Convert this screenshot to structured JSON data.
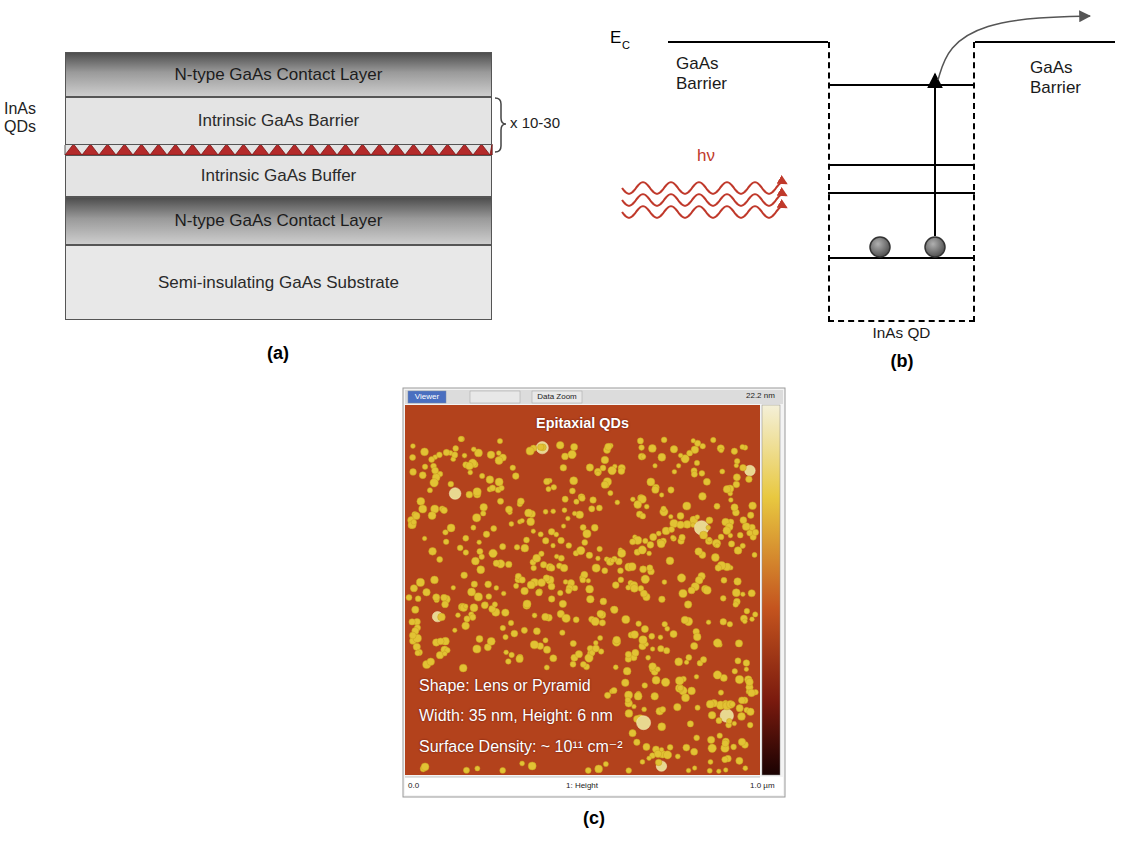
{
  "diagram": {
    "nodes": [
      {
        "text": [
          "N-type GaAs Contact Layer"
        ]
      },
      {
        "text": [
          "Intrinsic GaAs Barrier"
        ]
      },
      {
        "text": [
          "Intrinsic GaAs Buffer"
        ]
      },
      {
        "text": [
          "N-type GaAs Contact Layer"
        ]
      },
      {
        "text": [
          "Semi-insulating GaAs Substrate"
        ]
      },
      {
        "text": [
          "InAs QD"
        ]
      },
      {
        "text": [
          "Epitaxial QDs",
          "Shape: Lens or Pyramid",
          "Width: 35 nm, Height: 6 nm",
          "Surface Density: ~ 10¹¹ cm⁻²"
        ]
      }
    ],
    "labels": [
      "InAs QDs",
      "x 10-30",
      "(a)",
      "E",
      "C",
      "GaAs Barrier",
      "GaAs Barrier",
      "hν",
      "(b)",
      "Viewer",
      "Data Zoom",
      "22.2 nm",
      "0.0",
      "1: Height",
      "1.0 µm",
      "(c)"
    ]
  }
}
